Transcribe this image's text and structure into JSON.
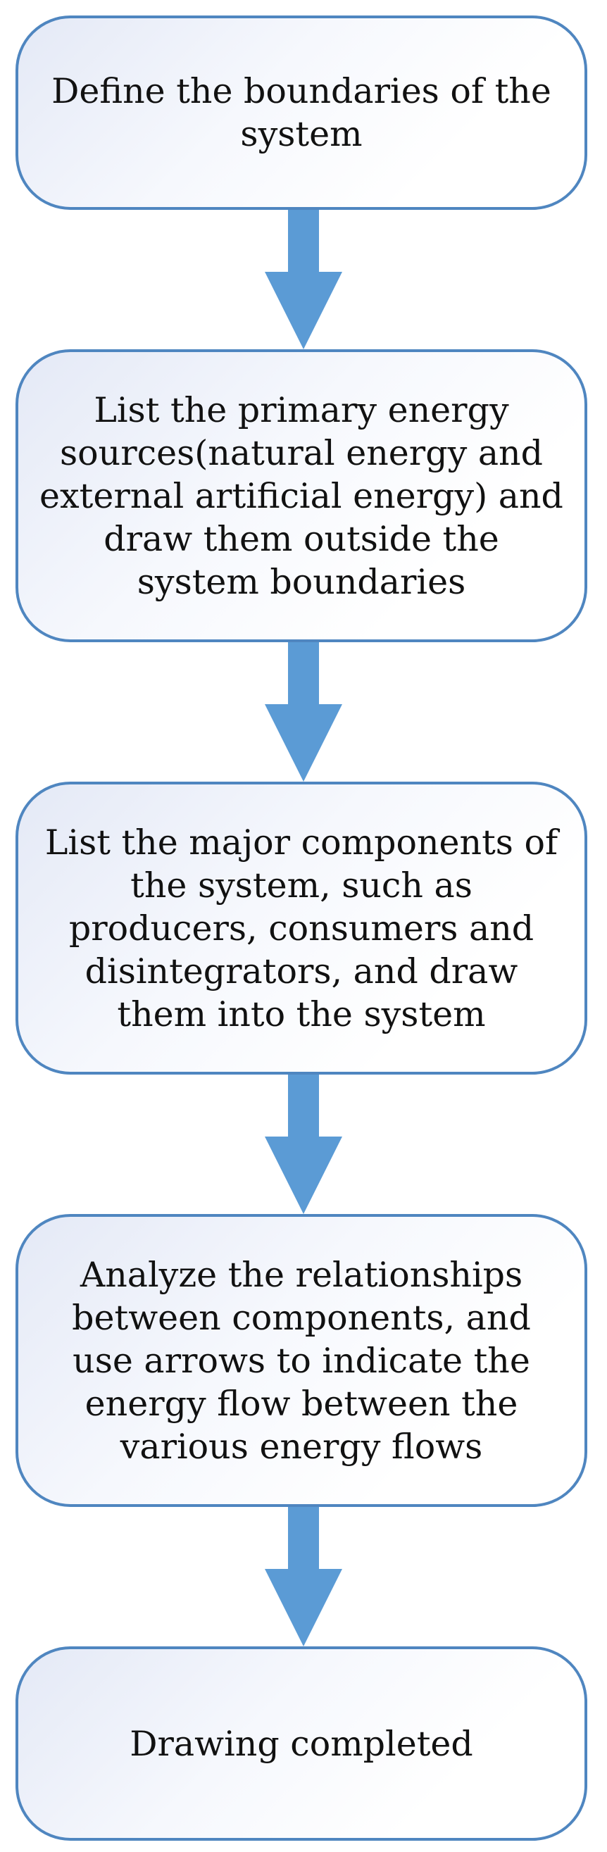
{
  "steps": [
    {
      "text": "Define the boundaries of the system"
    },
    {
      "text": "List the primary energy sources(natural energy and external artificial energy) and draw them outside the system boundaries"
    },
    {
      "text": "List the major components of the system, such as producers, consumers and disintegrators, and draw them into the system"
    },
    {
      "text": "Analyze the relationships between components, and use arrows to indicate the energy flow between the various energy flows"
    },
    {
      "text": "Drawing completed"
    }
  ],
  "colors": {
    "box_border": "#4f86c0",
    "arrow_fill": "#5b9bd5",
    "text": "#111111"
  }
}
